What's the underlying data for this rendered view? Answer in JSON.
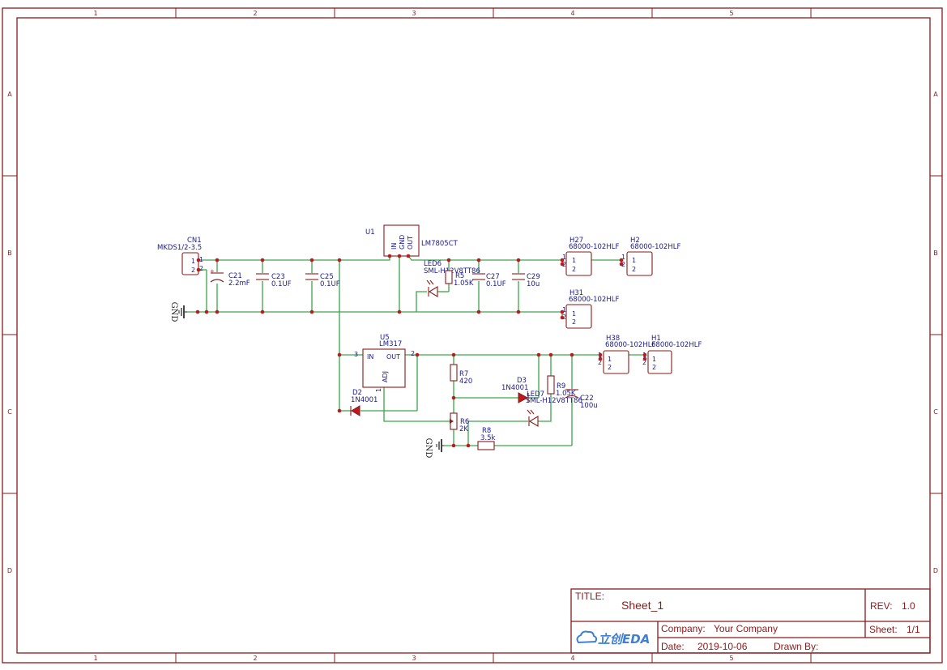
{
  "zones": {
    "columns": [
      "1",
      "2",
      "3",
      "4",
      "5"
    ],
    "rows": [
      "A",
      "B",
      "C",
      "D"
    ]
  },
  "components": {
    "cn1": {
      "ref": "CN1",
      "value": "MKDS1/2-3.5",
      "pin1": "1",
      "pin2": "2"
    },
    "c21": {
      "ref": "C21",
      "value": "2.2mF"
    },
    "c23": {
      "ref": "C23",
      "value": "0.1UF"
    },
    "c25": {
      "ref": "C25",
      "value": "0.1UF"
    },
    "u1": {
      "ref": "U1",
      "value": "LM7805CT",
      "pin_in": "IN",
      "pin_gnd": "GND",
      "pin_out": "OUT"
    },
    "led6": {
      "ref": "LED6",
      "value": "SML-H12V8TT86"
    },
    "r5": {
      "ref": "R5",
      "value": "1.05K"
    },
    "c27": {
      "ref": "C27",
      "value": "0.1UF"
    },
    "c29": {
      "ref": "C29",
      "value": "10u"
    },
    "h27": {
      "ref": "H27",
      "value": "68000-102HLF"
    },
    "h2": {
      "ref": "H2",
      "value": "68000-102HLF"
    },
    "h31": {
      "ref": "H31",
      "value": "68000-102HLF"
    },
    "h38": {
      "ref": "H38",
      "value": "68000-102HLF"
    },
    "h1": {
      "ref": "H1",
      "value": "68000-102HLF"
    },
    "u5": {
      "ref": "U5",
      "value": "LM317",
      "pin_in": "IN",
      "pin_out": "OUT",
      "pin_adj": "ADJ",
      "pin3": "3",
      "pin2": "2",
      "pin1": "1"
    },
    "d2": {
      "ref": "D2",
      "value": "1N4001"
    },
    "d3": {
      "ref": "D3",
      "value": "1N4001"
    },
    "r7": {
      "ref": "R7",
      "value": "420"
    },
    "led7": {
      "ref": "LED7",
      "value": "SML-H12V8TT86"
    },
    "r9": {
      "ref": "R9",
      "value": "1.05K"
    },
    "c22": {
      "ref": "C22",
      "value": "100u"
    },
    "r6": {
      "ref": "R6",
      "value": "2K"
    },
    "r8": {
      "ref": "R8",
      "value": "3.5k"
    }
  },
  "gnd_label": "GND",
  "header_pins": {
    "one": "1",
    "two": "2"
  },
  "title_block": {
    "title_label": "TITLE:",
    "title": "Sheet_1",
    "rev_label": "REV:",
    "rev": "1.0",
    "company_label": "Company:",
    "company": "Your Company",
    "sheet_label": "Sheet:",
    "sheet": "1/1",
    "date_label": "Date:",
    "date": "2019-10-06",
    "drawn_by_label": "Drawn By:",
    "logo": "立创EDA"
  }
}
